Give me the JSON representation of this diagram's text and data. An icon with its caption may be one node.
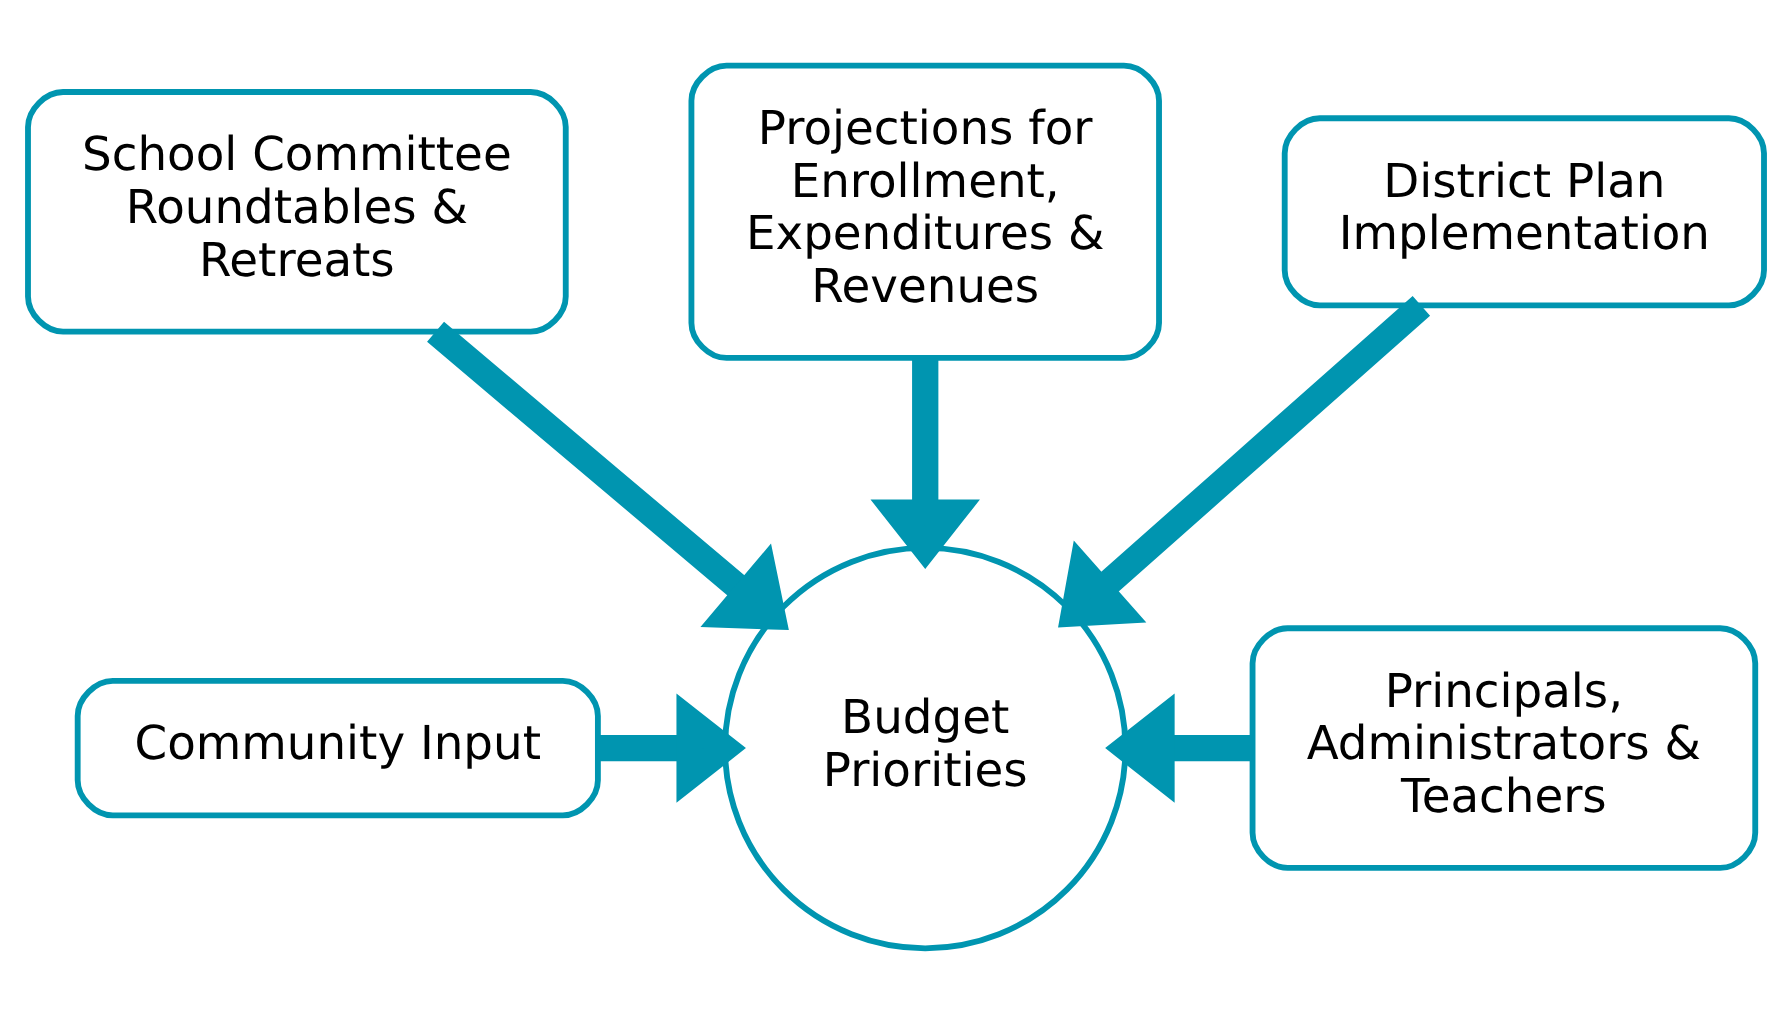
{
  "diagram": {
    "nodes": [
      {
        "text": [
          "School Committee Roundtables & Retreats"
        ]
      },
      {
        "text": [
          "Projections for Enrollment, Expenditures & Revenues"
        ]
      },
      {
        "text": [
          "District Plan Implementation"
        ]
      },
      {
        "text": [
          "Community Input"
        ]
      },
      {
        "text": [
          "Budget Priorities"
        ]
      },
      {
        "text": [
          "Principals, Administrators & Teachers"
        ]
      }
    ],
    "edges": [
      {
        "from": 0,
        "to": 4,
        "arrow": "to"
      },
      {
        "from": 1,
        "to": 4,
        "arrow": "to"
      },
      {
        "from": 2,
        "to": 4,
        "arrow": "to"
      },
      {
        "from": 3,
        "to": 4,
        "arrow": "to"
      },
      {
        "from": 5,
        "to": 4,
        "arrow": "to"
      }
    ]
  }
}
